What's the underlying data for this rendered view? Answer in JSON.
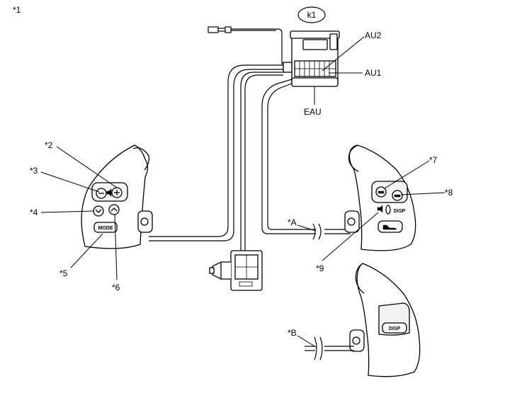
{
  "figure_label": "*1",
  "connector_tag": "k1",
  "terminals": {
    "au2": "AU2",
    "au1": "AU1",
    "eau": "EAU"
  },
  "callouts": {
    "c2": "*2",
    "c3": "*3",
    "c4": "*4",
    "c5": "*5",
    "c6": "*6",
    "c7": "*7",
    "c8": "*8",
    "c9": "*9",
    "ca": "*A",
    "cb": "*B"
  },
  "button_text": {
    "mode": "MODE",
    "disp": "DISP"
  }
}
